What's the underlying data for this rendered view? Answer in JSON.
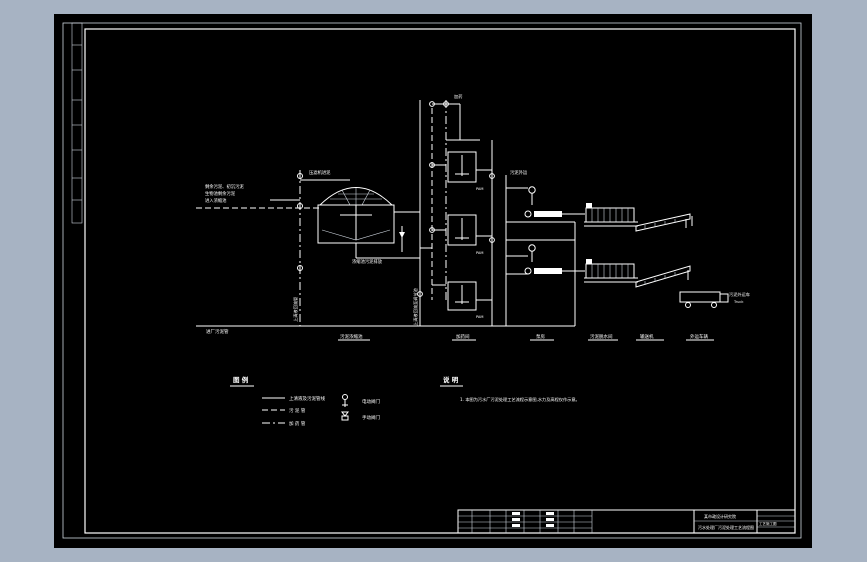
{
  "legend": {
    "title": "图 例",
    "items": [
      {
        "label": "上清液及污泥管线"
      },
      {
        "label": "污 泥 管"
      },
      {
        "label": "加 药 管"
      }
    ],
    "valves": [
      {
        "label": "电动阀门"
      },
      {
        "label": "手动阀门"
      }
    ]
  },
  "notes": {
    "title": "说 明",
    "line1": "1. 本图为污水厂污泥处理工艺流程示意图,水力及高程仅作示意。"
  },
  "flow": {
    "pipe_sludge_in": "进厂污泥管",
    "stage_thickener": "污泥浓缩池",
    "stage_dosing": "加药间",
    "stage_pump": "泵房",
    "stage_dewater": "污泥脱水间",
    "stage_conveyor": "输送机",
    "stage_truck": "外运车辆",
    "feed_note": "压滤机进泥",
    "overflow_note": "上清液回流至调节池",
    "thickener_note": "浓缩池污泥排放",
    "supernatant_label": "上清液回流管",
    "sludge_out_label": "污泥外运",
    "inflow_text1": "剩余污泥、初沉污泥",
    "inflow_text2": "生物池剩余污泥",
    "inflow_text3": "进入浓缩池",
    "tank_labels": [
      "PAM",
      "PAM",
      "PAM"
    ],
    "dosing_top": "加药",
    "truck_text": "污泥外运车",
    "truck_sub": "Truck"
  },
  "titleblock": {
    "company": "某市政设计研究院",
    "drawing_title": "污水处理厂污泥处理工艺流程图",
    "code": "工艺施工图"
  }
}
